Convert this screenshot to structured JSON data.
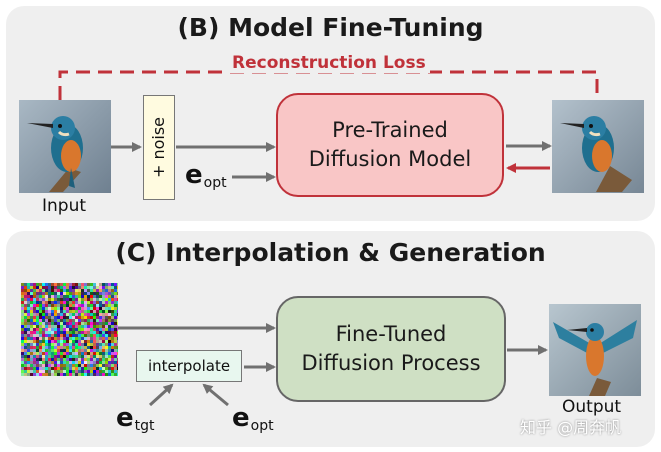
{
  "section_b": {
    "title": "(B) Model Fine-Tuning",
    "loss_label": "Reconstruction Loss",
    "input_label": "Input",
    "noise_label": "+ noise",
    "e_symbol": "e",
    "e_subscript": "opt",
    "model_line1": "Pre-Trained",
    "model_line2": "Diffusion Model"
  },
  "section_c": {
    "title": "(C) Interpolation & Generation",
    "interpolate_label": "interpolate",
    "e1_symbol": "e",
    "e1_subscript": "tgt",
    "e2_symbol": "e",
    "e2_subscript": "opt",
    "process_line1": "Fine-Tuned",
    "process_line2": "Diffusion Process",
    "output_label": "Output"
  },
  "watermark": "知乎 @周奔帆",
  "colors": {
    "panel_bg": "#efefef",
    "pretrained_fill": "#f9c6c6",
    "pretrained_border": "#c0323a",
    "finetuned_fill": "#cfe0c4",
    "finetuned_border": "#666666",
    "loss_red": "#c0323a",
    "arrow_gray": "#707070",
    "noise_fill": "#fffbe0",
    "interpolate_fill": "#e8f7ef"
  },
  "icons": [
    "kingfisher-perched-icon",
    "kingfisher-wings-spread-icon",
    "random-noise-icon"
  ]
}
